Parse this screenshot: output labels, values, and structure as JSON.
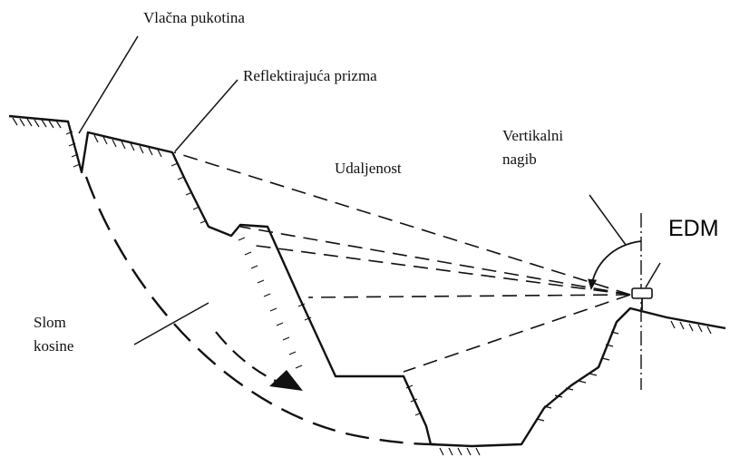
{
  "labels": {
    "tension_crack": "Vlačna pukotina",
    "reflecting_prism": "Reflektirajuća prizma",
    "distance": "Udaljenost",
    "vertical_angle_line1": "Vertikalni",
    "vertical_angle_line2": "nagib",
    "edm": "EDM",
    "slope_failure_line1": "Slom",
    "slope_failure_line2": "kosine"
  },
  "colors": {
    "ink": "#111111",
    "background": "#ffffff"
  }
}
